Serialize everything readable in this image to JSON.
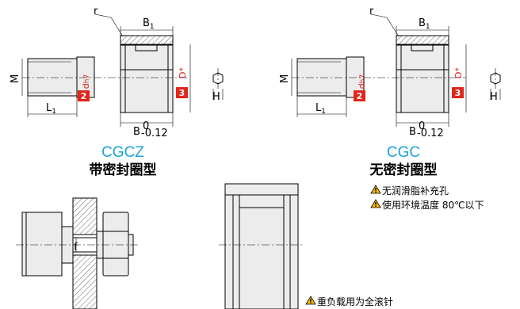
{
  "labels": {
    "r": "r",
    "b1_main": "B",
    "b1_sub": "1",
    "m": "M",
    "l1_main": "L",
    "l1_sub": "1",
    "b_main": "B",
    "b_tol_top": "0",
    "b_tol_bot": "-0.12",
    "h": "H",
    "d_shaft": "d",
    "d_shaft_tol": "h7",
    "d_outer": "D",
    "d_outer_star": "*",
    "badge_2": "2",
    "badge_3": "3"
  },
  "captions": {
    "left_en": "CGCZ",
    "left_cn": "带密封圈型",
    "right_en": "CGC",
    "right_cn": "无密封圈型"
  },
  "notes": {
    "note1": "无润滑脂补充孔",
    "note2": "使用环境温度  80℃以下",
    "note3": "重负载用为全滚针",
    "warn_symbol": "!"
  },
  "colors": {
    "caption_blue": "#1aa3d9",
    "badge_red": "#e0261b",
    "warn_yellow": "#f5b800"
  }
}
